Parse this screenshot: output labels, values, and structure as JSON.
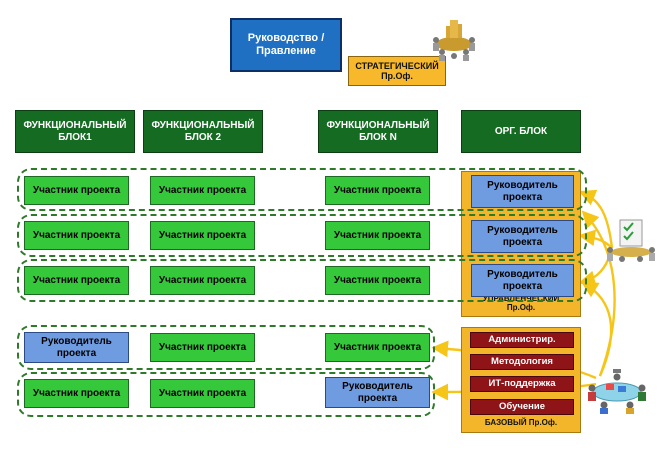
{
  "top": {
    "management": "Руководство /\nПравление",
    "strategic": "СТРАТЕГИЧЕСКИЙ\nПр.Оф."
  },
  "headers": {
    "block1": "ФУНКЦИОНАЛЬНЫЙ\nБЛОК1",
    "block2": "ФУНКЦИОНАЛЬНЫЙ\nБЛОК 2",
    "blockN": "ФУНКЦИОНАЛЬНЫЙ\nБЛОК N",
    "org": "ОРГ. БЛОК"
  },
  "labels": {
    "participant": "Участник проекта",
    "manager": "Руководитель\nпроекта"
  },
  "management_office": "УПРАВЛЕНЧЕСКИЙ\nПр.Оф.",
  "base_office": {
    "items": [
      "Администрир.",
      "Методология",
      "ИТ-поддержка",
      "Обучение"
    ],
    "caption": "БАЗОВЫЙ Пр.Оф."
  },
  "colors": {
    "header_green": "#166b23",
    "participant_green": "#35c83b",
    "manager_blue": "#6f9be0",
    "office_orange": "#f3b62a",
    "service_red": "#8e1418",
    "arrow_yellow": "#f5c518",
    "dash_green": "#2f7a2a"
  },
  "icons": [
    "meeting-people-icon",
    "checklist-people-icon",
    "team-table-icon"
  ]
}
